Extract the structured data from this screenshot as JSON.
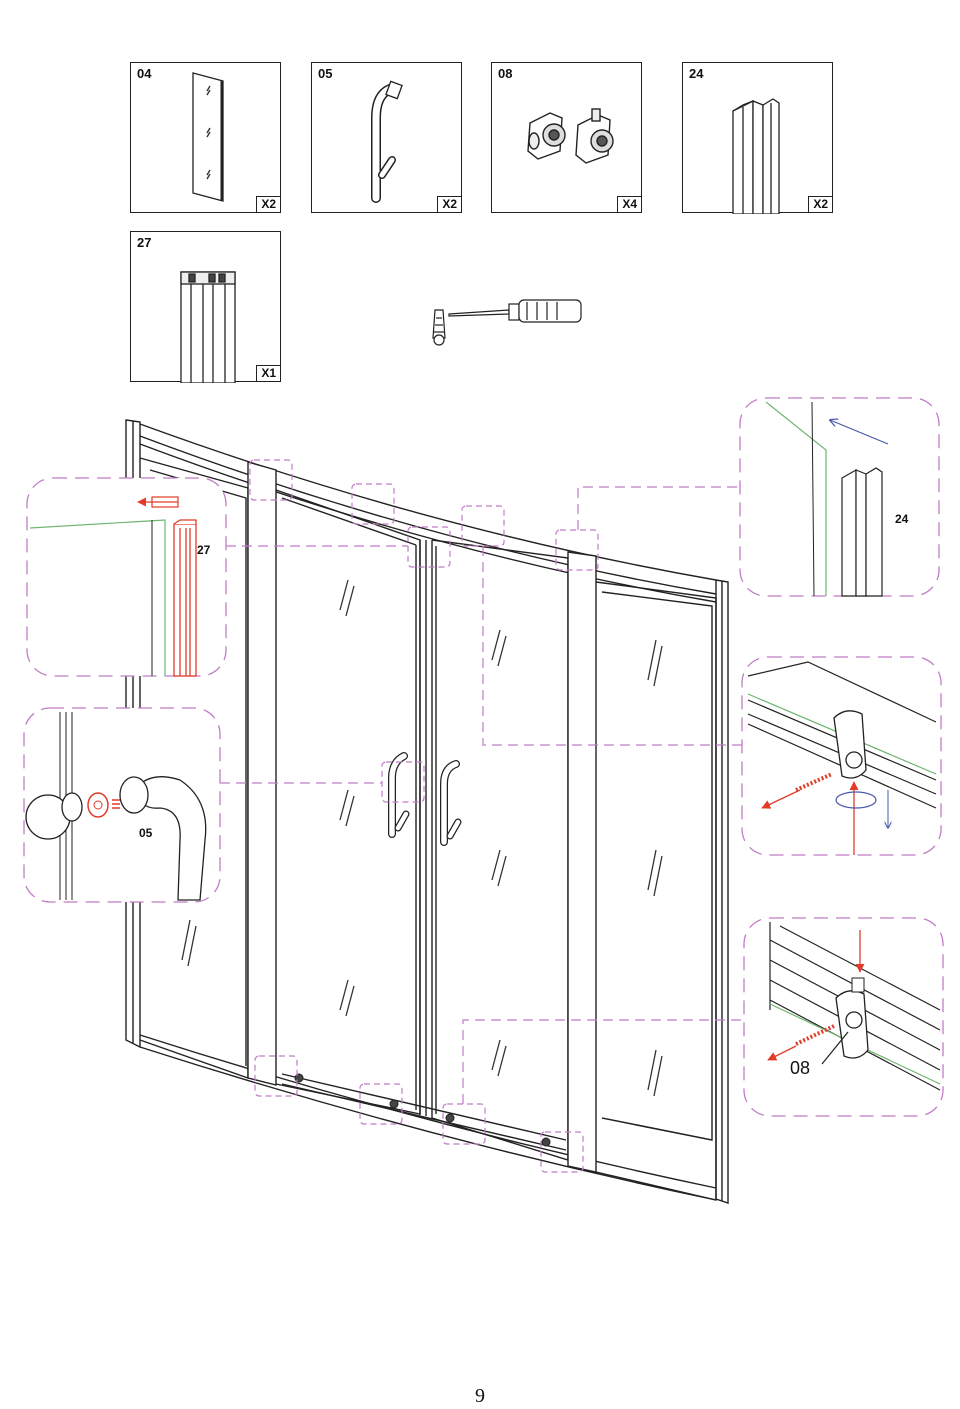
{
  "parts": [
    {
      "code": "04",
      "qty": "X2",
      "icon": "glass-panel-icon"
    },
    {
      "code": "05",
      "qty": "X2",
      "icon": "door-handle-icon"
    },
    {
      "code": "08",
      "qty": "X4",
      "icon": "roller-wheel-icon"
    },
    {
      "code": "24",
      "qty": "X2",
      "icon": "wall-profile-icon"
    },
    {
      "code": "27",
      "qty": "X1",
      "icon": "seal-profile-icon"
    }
  ],
  "tools": [
    "screw-anchor-icon",
    "screwdriver-icon"
  ],
  "callouts": {
    "seal": "27",
    "wall_profile": "24",
    "handle": "05",
    "roller": "08"
  },
  "colors": {
    "line": "#222222",
    "dash": "#c17cc8",
    "highlight": "#e23b2a",
    "glass_edge": "#6fb56f"
  },
  "page_number": "9"
}
